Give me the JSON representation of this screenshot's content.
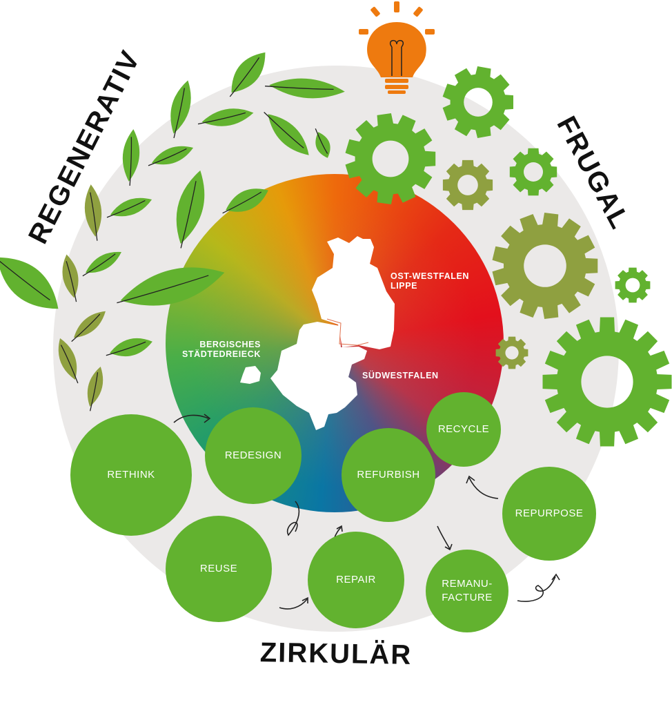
{
  "headings": {
    "regenerativ": "REGENERATIV",
    "frugal": "FRUGAL",
    "zirkular": "ZIRKULÄR"
  },
  "regions": {
    "owl": "OST-WESTFALEN\nLIPPE",
    "bergisch": "BERGISCHES\nSTÄDTEDREIECK",
    "suedwestfalen": "SÜDWESTFALEN"
  },
  "r_strategies": {
    "rethink": "RETHINK",
    "redesign": "REDESIGN",
    "refurbish": "REFURBISH",
    "recycle": "RECYCLE",
    "repurpose": "REPURPOSE",
    "reuse": "REUSE",
    "repair": "REPAIR",
    "remanufacture": "REMANU-\nFACTURE"
  },
  "colors": {
    "green": "#62b22f",
    "olive": "#8fa040",
    "orange": "#ee7a0f",
    "gray": "#ebe9e8"
  }
}
